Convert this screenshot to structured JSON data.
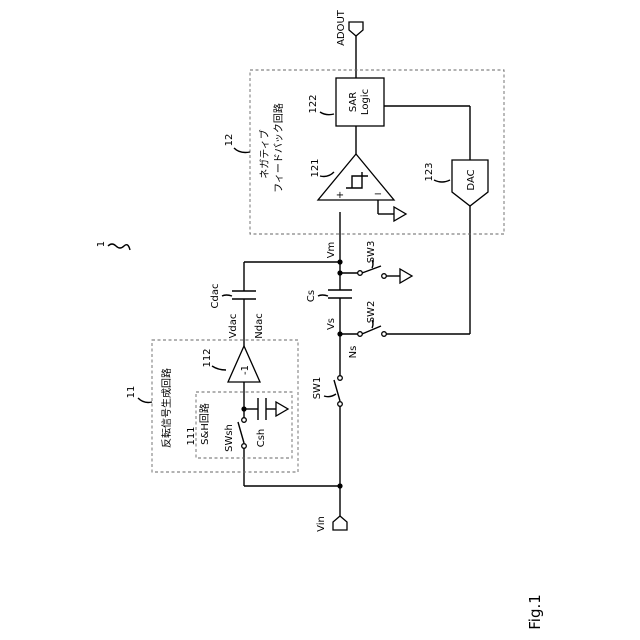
{
  "figure": {
    "label": "Fig.1",
    "system_ref": "1",
    "blocks": {
      "inverted_signal_circuit": {
        "ref": "11",
        "name": "反転信号生成回路"
      },
      "sh_circuit": {
        "ref": "111",
        "name": "S&H回路"
      },
      "buffer": {
        "ref": "112",
        "symbol": "-1"
      },
      "negative_feedback": {
        "ref": "12",
        "name_line1": "ネガティブ",
        "name_line2": "フィードバック回路"
      },
      "comparator": {
        "ref": "121",
        "plus": "+",
        "minus": "−"
      },
      "sar_logic": {
        "ref": "122",
        "line1": "SAR",
        "line2": "Logic"
      },
      "dac": {
        "ref": "123",
        "name": "DAC"
      }
    },
    "components": {
      "sw_sh": "SWsh",
      "c_sh": "Csh",
      "c_dac": "Cdac",
      "c_s": "Cs",
      "sw1": "SW1",
      "sw2": "SW2",
      "sw3": "SW3"
    },
    "nodes": {
      "vin": "Vin",
      "vdac": "Vdac",
      "ndac": "Ndac",
      "vs": "Vs",
      "ns": "Ns",
      "vm": "Vm",
      "adout": "ADOUT"
    }
  }
}
